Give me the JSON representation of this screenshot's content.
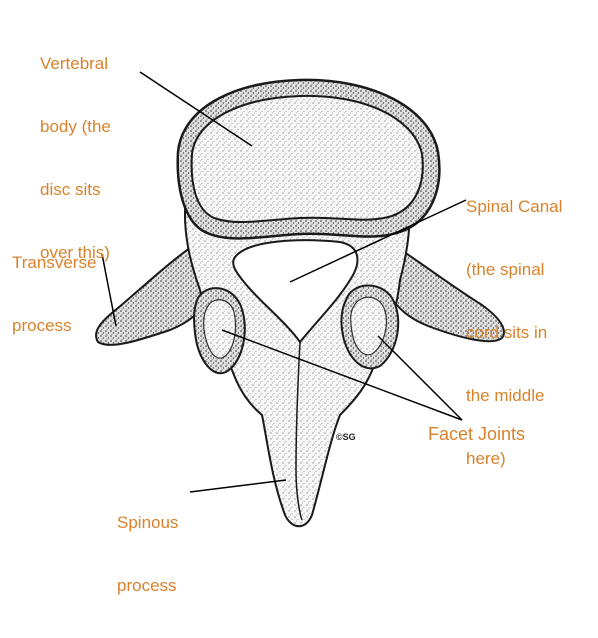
{
  "labels": {
    "vertebral_body": [
      "Vertebral",
      "body (the",
      "disc sits",
      "over this)"
    ],
    "spinal_canal": [
      "Spinal Canal",
      "(the spinal",
      "cord sits in",
      "the middle",
      "here)"
    ],
    "transverse_process": [
      "Transverse",
      "process"
    ],
    "facet_joints": "Facet Joints",
    "spinous_process": [
      "Spinous",
      "process"
    ]
  },
  "copyright": "©SG",
  "colors": {
    "label": "#d9822b",
    "ink": "#1a1a1a",
    "bone_fill": "#f4f4f4"
  }
}
